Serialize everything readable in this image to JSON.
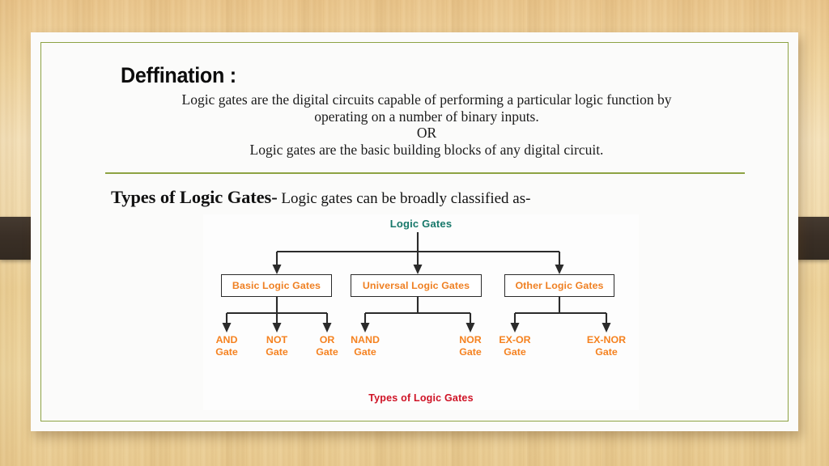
{
  "slide": {
    "heading": "Deffination :",
    "definition_lines": [
      "Logic gates are the digital circuits capable of performing a particular logic function by",
      "operating on a number of binary inputs.",
      "OR",
      "Logic gates are the basic building blocks of any digital circuit."
    ],
    "types_heading": "Types of Logic Gates-",
    "types_rest": " Logic gates can be broadly classified as-"
  },
  "diagram": {
    "root_label": "Logic Gates",
    "caption": "Types of Logic Gates",
    "categories": [
      {
        "label": "Basic Logic Gates"
      },
      {
        "label": "Universal Logic Gates"
      },
      {
        "label": "Other Logic Gates"
      }
    ],
    "leaves": [
      {
        "name": "AND",
        "suffix": "Gate",
        "parent": "Basic Logic Gates"
      },
      {
        "name": "NOT",
        "suffix": "Gate",
        "parent": "Basic Logic Gates"
      },
      {
        "name": "OR",
        "suffix": "Gate",
        "parent": "Basic Logic Gates"
      },
      {
        "name": "NAND",
        "suffix": "Gate",
        "parent": "Universal Logic Gates"
      },
      {
        "name": "NOR",
        "suffix": "Gate",
        "parent": "Universal Logic Gates"
      },
      {
        "name": "EX-OR",
        "suffix": "Gate",
        "parent": "Other Logic Gates"
      },
      {
        "name": "EX-NOR",
        "suffix": "Gate",
        "parent": "Other Logic Gates"
      }
    ]
  },
  "colors": {
    "root_label": "#17786a",
    "category_text": "#ef8023",
    "leaf_text": "#f58220",
    "caption": "#cf1326",
    "divider": "#8da343",
    "slide_border": "#8da344",
    "side_bar": "#3a2f26"
  }
}
